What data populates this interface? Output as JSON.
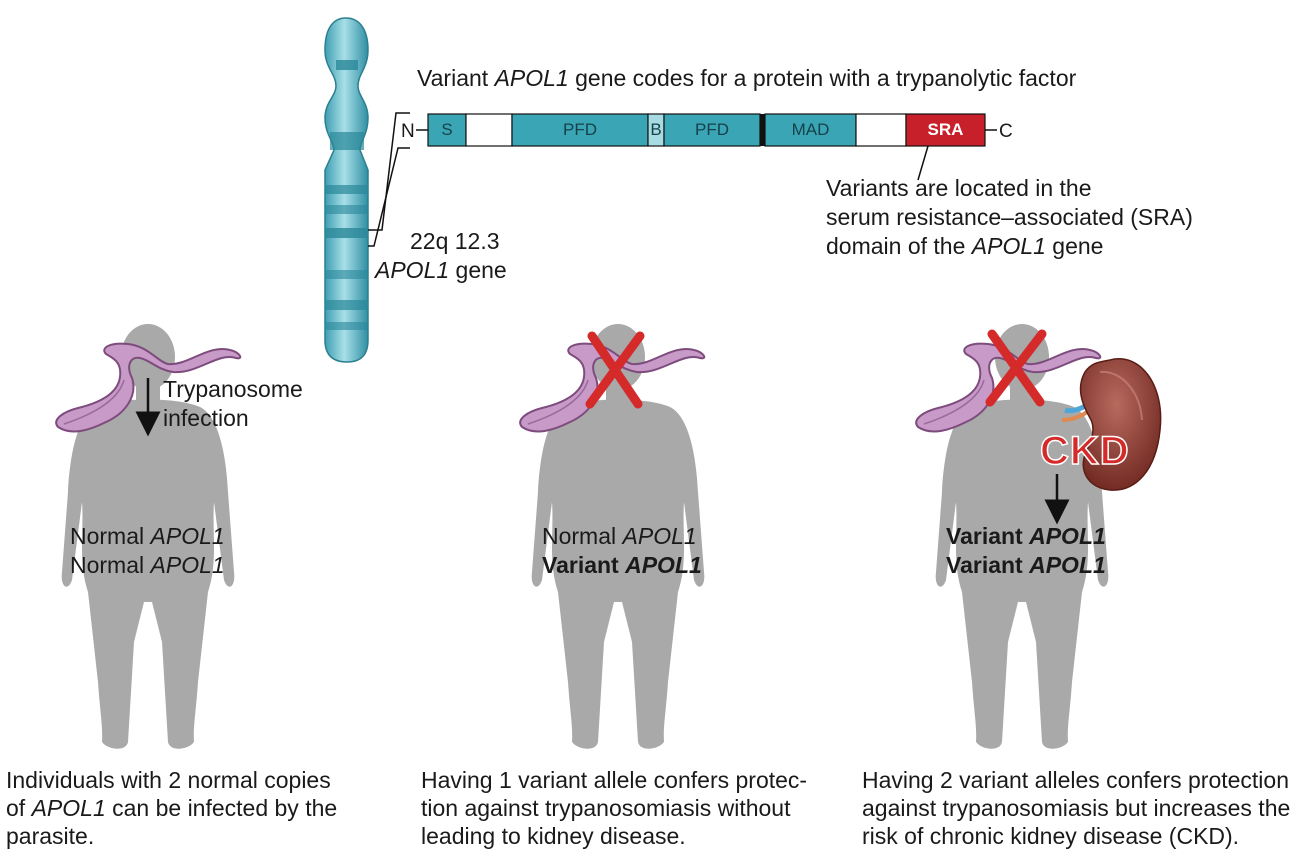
{
  "title": {
    "before": "Variant ",
    "gene": "APOL1",
    "after": " gene codes for a protein with a trypanolytic factor"
  },
  "protein_bar": {
    "n_terminus": "N",
    "c_terminus": "C",
    "segments": [
      "S",
      "PFD",
      "B",
      "PFD",
      "MAD",
      "SRA"
    ]
  },
  "sra_note": {
    "line1": "Variants are located in the",
    "line2": "serum resistance–associated (SRA)",
    "line3_before": "domain of the ",
    "line3_gene": "APOL1",
    "line3_after": " gene"
  },
  "locus": {
    "band": "22q 12.3",
    "gene": "APOL1",
    "gene_suffix": " gene"
  },
  "infection_label": {
    "line1": "Trypanosome",
    "line2": "infection"
  },
  "ckd_badge": "CKD",
  "panels": [
    {
      "allele1_prefix": "Normal ",
      "allele1_gene": "APOL1",
      "allele2_prefix": "Normal ",
      "allele2_gene": "APOL1",
      "caption": [
        {
          "before": "Individuals with 2 normal copies",
          "gene": "",
          "after": ""
        },
        {
          "before": "of ",
          "gene": "APOL1",
          "after": " can be infected by the"
        },
        {
          "before": "parasite.",
          "gene": "",
          "after": ""
        }
      ]
    },
    {
      "allele1_prefix": "Normal ",
      "allele1_gene": "APOL1",
      "allele2_prefix": "Variant ",
      "allele2_gene": "APOL1",
      "caption": [
        {
          "before": "Having 1 variant allele confers protec-",
          "gene": "",
          "after": ""
        },
        {
          "before": "tion against trypanosomiasis without",
          "gene": "",
          "after": ""
        },
        {
          "before": "leading to kidney disease.",
          "gene": "",
          "after": ""
        }
      ]
    },
    {
      "allele1_prefix": "Variant ",
      "allele1_gene": "APOL1",
      "allele2_prefix": "Variant ",
      "allele2_gene": "APOL1",
      "caption": [
        {
          "before": "Having 2 variant alleles confers protection",
          "gene": "",
          "after": ""
        },
        {
          "before": "against trypanosomiasis but increases the",
          "gene": "",
          "after": ""
        },
        {
          "before": "risk of chronic kidney disease (CKD).",
          "gene": "",
          "after": ""
        }
      ]
    }
  ],
  "colors": {
    "chromosome": "#5fb8c8",
    "protein_domain": "#3aa6b5",
    "sra": "#c8202a",
    "parasite": "#c89ac8",
    "cross": "#d42a2a",
    "silhouette": "#a9a9a9",
    "kidney": "#8e3a32"
  }
}
